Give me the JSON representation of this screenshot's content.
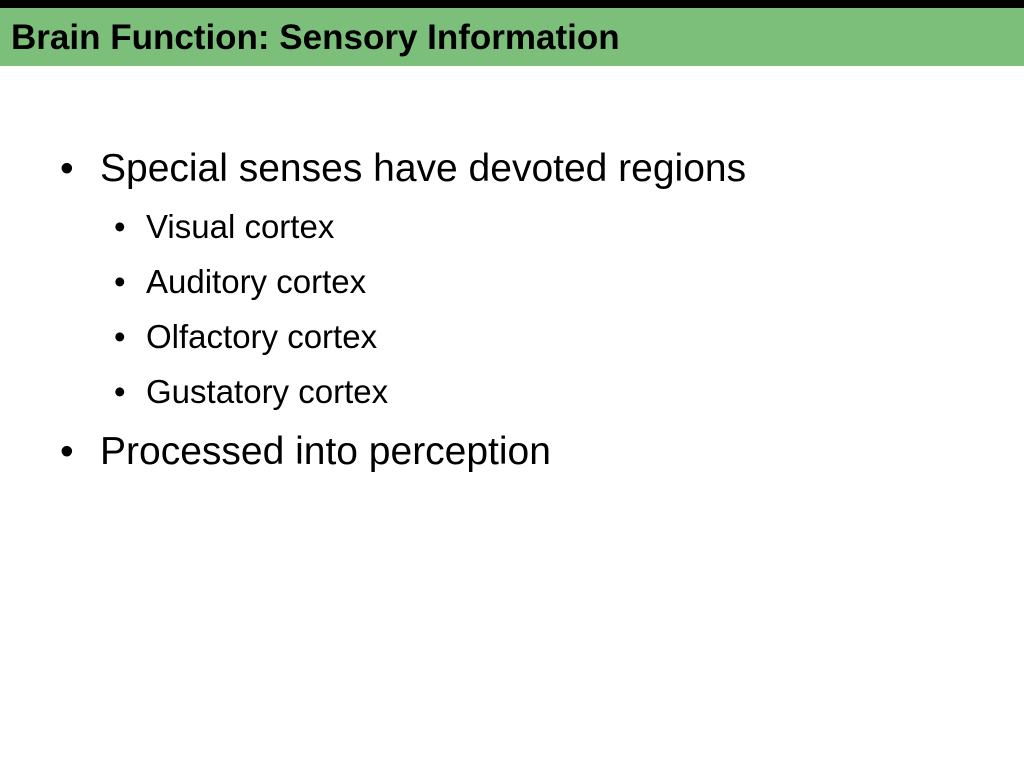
{
  "slide": {
    "title": "Brain Function: Sensory Information",
    "bullets": [
      {
        "text": "Special senses have devoted regions",
        "children": [
          {
            "text": "Visual cortex"
          },
          {
            "text": "Auditory cortex"
          },
          {
            "text": "Olfactory cortex"
          },
          {
            "text": "Gustatory cortex"
          }
        ]
      },
      {
        "text": "Processed into perception",
        "children": []
      }
    ],
    "bullet_glyph": "•",
    "colors": {
      "title_bar": "#7bbf7b",
      "top_rule": "#000000",
      "text": "#000000",
      "background": "#ffffff"
    }
  }
}
